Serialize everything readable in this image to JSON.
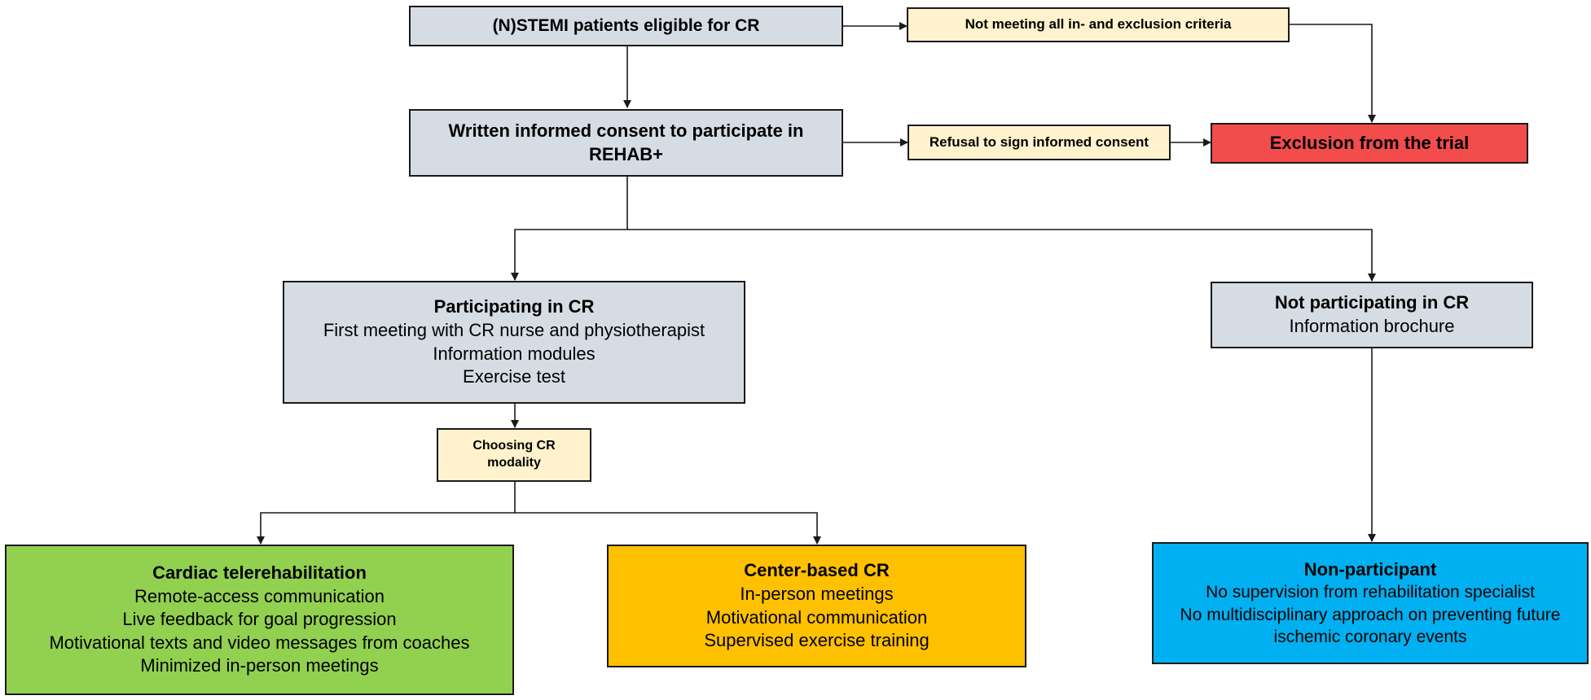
{
  "nodes": {
    "eligible": {
      "title": "(N)STEMI patients eligible for CR",
      "lines": []
    },
    "not_meeting": {
      "title": "Not meeting all in- and exclusion criteria",
      "lines": []
    },
    "consent": {
      "title": "Written informed consent to participate in REHAB+",
      "lines": []
    },
    "refusal": {
      "title": "Refusal to sign informed consent",
      "lines": []
    },
    "exclusion": {
      "title": "Exclusion from the trial",
      "lines": []
    },
    "participating": {
      "title": "Participating in CR",
      "lines": [
        "First meeting with CR nurse and physiotherapist",
        "Information modules",
        "Exercise test"
      ]
    },
    "not_participating": {
      "title": "Not participating in CR",
      "lines": [
        "Information brochure"
      ]
    },
    "choosing": {
      "title": "Choosing CR modality",
      "lines": []
    },
    "telerehab": {
      "title": "Cardiac telerehabilitation",
      "lines": [
        "Remote-access communication",
        "Live feedback for goal progression",
        "Motivational texts and video messages from coaches",
        "Minimized in-person meetings"
      ]
    },
    "center": {
      "title": "Center-based CR",
      "lines": [
        "In-person meetings",
        "Motivational communication",
        "Supervised exercise training"
      ]
    },
    "nonparticipant": {
      "title": "Non-participant",
      "lines": [
        "No supervision from rehabilitation specialist",
        "No multidisciplinary approach on preventing future ischemic coronary events"
      ]
    }
  },
  "colors": {
    "process": "#d6dce4",
    "note": "#fff2cc",
    "exclusion": "#f24c4c",
    "telerehab": "#92d050",
    "center": "#ffc000",
    "nonparticipant": "#00b0f0",
    "line": "#1a1a1a"
  }
}
